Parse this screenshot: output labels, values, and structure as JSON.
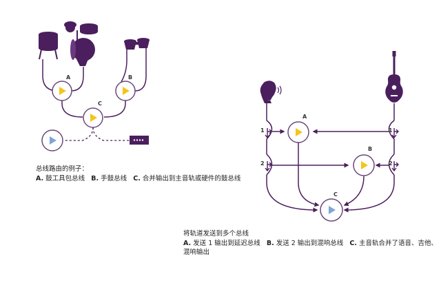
{
  "colors": {
    "purple": "#4b1f5e",
    "play_yellow": "#f3c51a",
    "play_blue": "#7fa6d6",
    "node_stroke": "#6a4a78"
  },
  "icons": [
    "drum-kit-icon",
    "bongo-icon",
    "voice-head-icon",
    "guitar-icon",
    "hardware-output-icon",
    "play-icon"
  ],
  "left_diagram": {
    "node_labels": {
      "a": "A",
      "b": "B",
      "c": "C"
    },
    "caption": {
      "title": "总线路由的例子：",
      "a_key": "A.",
      "a_text": "鼓工具包总线",
      "b_key": "B.",
      "b_text": "手鼓总线",
      "c_key": "C.",
      "c_text": "合并输出到主音轨或硬件的鼓总线"
    }
  },
  "right_diagram": {
    "node_labels": {
      "a": "A",
      "b": "B",
      "c": "C"
    },
    "send_labels": {
      "left_1": "1",
      "left_2": "2",
      "right_1": "1",
      "right_2": "2"
    },
    "caption": {
      "title": "将轨道发送到多个总线",
      "a_key": "A.",
      "a_text": "发送 1 输出到延迟总线",
      "b_key": "B.",
      "b_text": "发送 2 输出到混响总线",
      "c_key": "C.",
      "c_text_line1": "主音轨合并了语音、吉他、",
      "c_text_line2": "混响输出"
    }
  }
}
